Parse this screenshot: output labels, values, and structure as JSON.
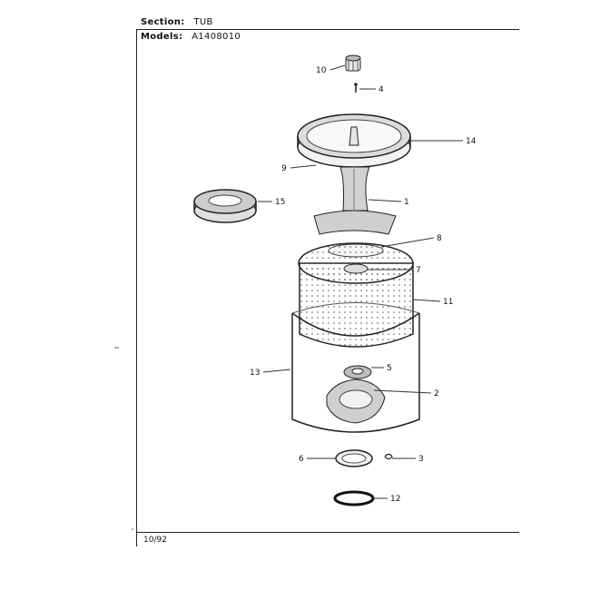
{
  "header": {
    "section_label": "Section:",
    "section_value": "TUB",
    "models_label": "Models:",
    "models_value": "A1408010"
  },
  "footer": {
    "date_code": "10/92"
  },
  "parts": {
    "p1": "1",
    "p2": "2",
    "p3": "3",
    "p4": "4",
    "p5": "5",
    "p6": "6",
    "p7": "7",
    "p8": "8",
    "p9": "9",
    "p10": "10",
    "p11": "11",
    "p12": "12",
    "p13": "13",
    "p14": "14",
    "p15": "15"
  }
}
